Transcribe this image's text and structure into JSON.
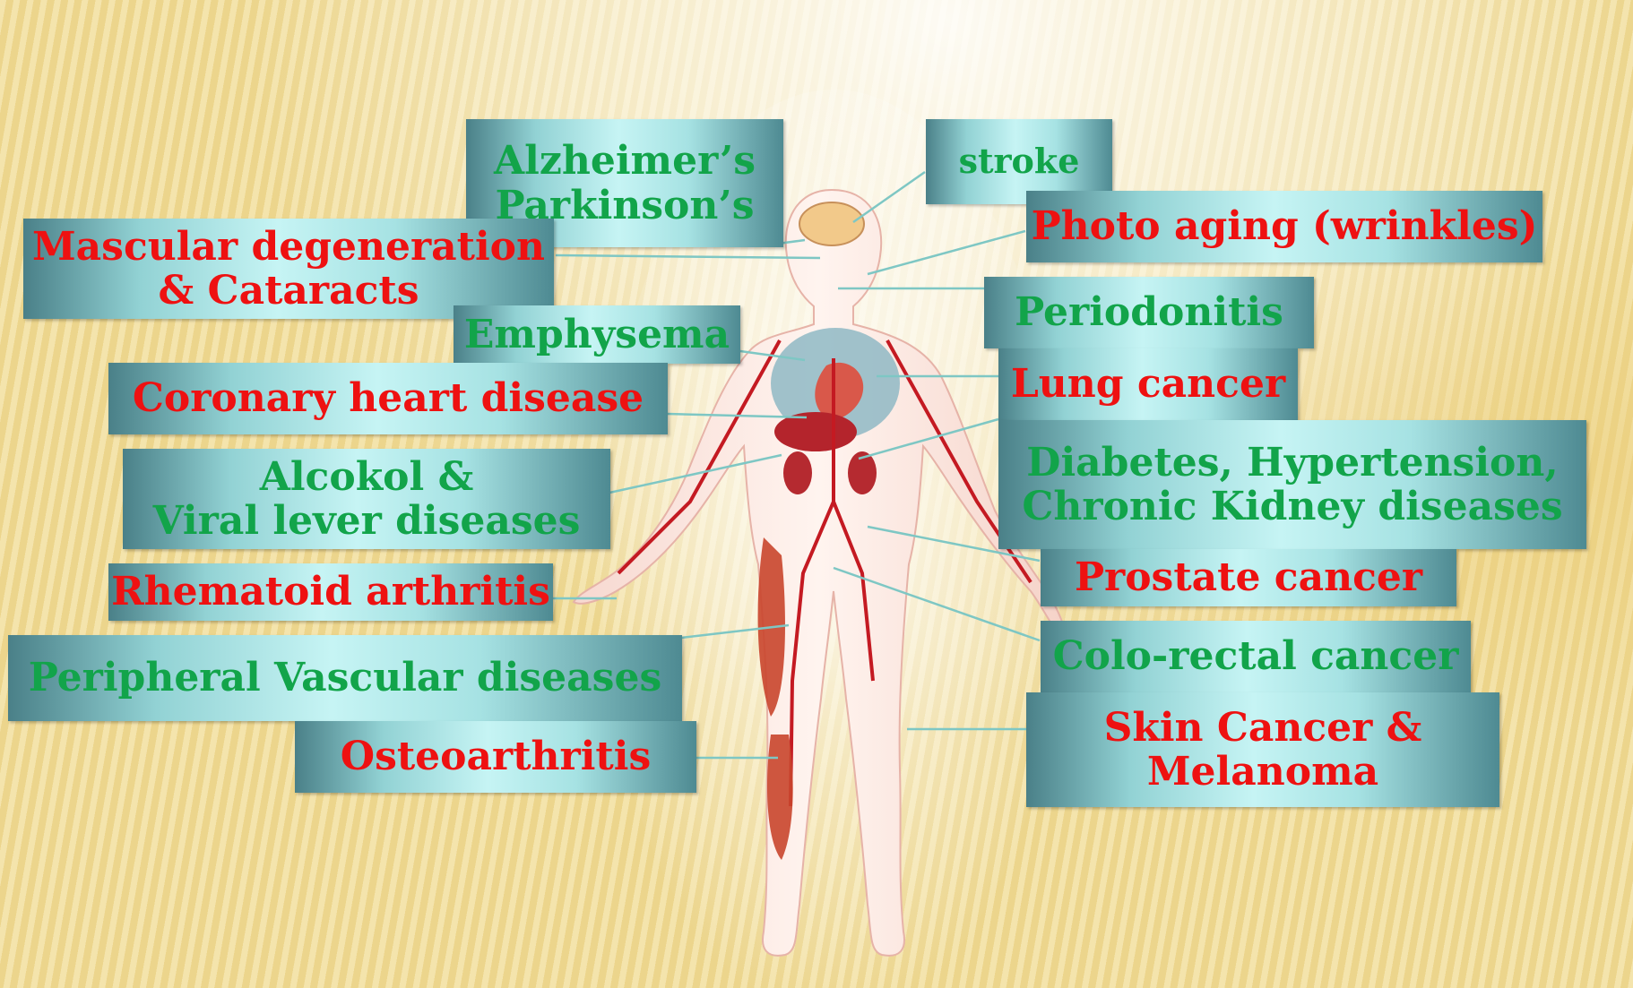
{
  "colors": {
    "red_text": "#ee1111",
    "green_text": "#12a44a",
    "background": "#f1dc95",
    "box_gradient_dark": "#4a8088",
    "box_gradient_light": "#c6f4f4",
    "leader_line": "#7ec7c4"
  },
  "labels": {
    "alzheimers": {
      "line1": "Alzheimer’s",
      "line2": "Parkinson’s",
      "color": "green"
    },
    "stroke": {
      "line1": "stroke",
      "color": "green"
    },
    "macular": {
      "line1": "Mascular degeneration",
      "line2": "& Cataracts",
      "color": "red"
    },
    "photoaging": {
      "line1": "Photo aging (wrinkles)",
      "color": "red"
    },
    "periodonitis": {
      "line1": "Periodonitis",
      "color": "green"
    },
    "emphysema": {
      "line1": "Emphysema",
      "color": "green"
    },
    "lungcancer": {
      "line1": "Lung  cancer",
      "color": "red"
    },
    "coronary": {
      "line1": "Coronary heart disease",
      "color": "red"
    },
    "diabetes": {
      "line1": "Diabetes, Hypertension,",
      "line2": "Chronic Kidney diseases",
      "color": "green"
    },
    "alcohol": {
      "line1": "Alcokol &",
      "line2": "Viral lever diseases",
      "color": "green"
    },
    "prostate": {
      "line1": "Prostate cancer",
      "color": "red"
    },
    "rheumatoid": {
      "line1": "Rhematoid arthritis",
      "color": "red"
    },
    "colorectal": {
      "line1": "Colo-rectal cancer",
      "color": "green"
    },
    "peripheral": {
      "line1": "Peripheral Vascular diseases",
      "color": "green"
    },
    "skincancer": {
      "line1": "Skin  Cancer &",
      "line2": "Melanoma",
      "color": "red"
    },
    "osteoarthritis": {
      "line1": "Osteoarthritis",
      "color": "red"
    }
  }
}
